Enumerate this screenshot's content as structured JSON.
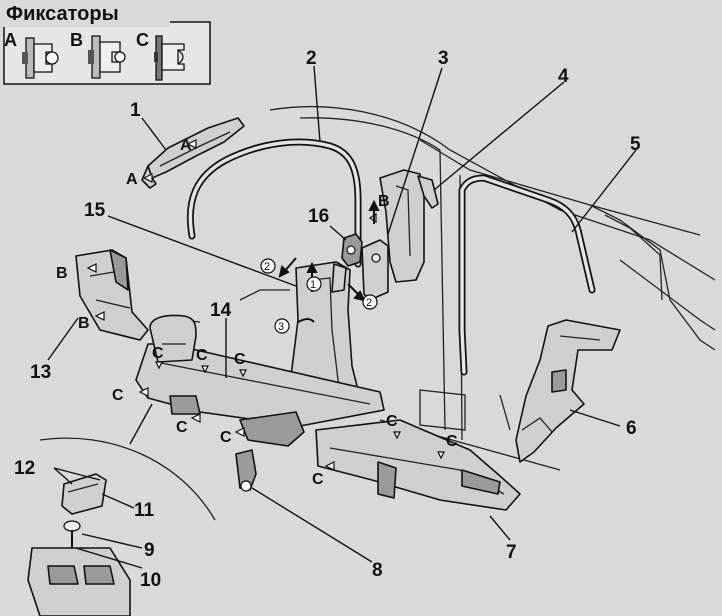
{
  "legend": {
    "title": "Фиксаторы",
    "types": [
      {
        "letter": "A",
        "icon": "clip-a-icon"
      },
      {
        "letter": "B",
        "icon": "clip-b-icon"
      },
      {
        "letter": "C",
        "icon": "clip-c-icon"
      }
    ]
  },
  "callouts": [
    "1",
    "2",
    "3",
    "4",
    "5",
    "6",
    "7",
    "8",
    "9",
    "10",
    "11",
    "12",
    "13",
    "14",
    "15",
    "16"
  ],
  "step_marks": [
    "1",
    "2",
    "3"
  ],
  "clip_letters": {
    "a": "A",
    "b": "B",
    "c": "C"
  },
  "colors": {
    "background": "#d9d9d9",
    "ink": "#111111",
    "part_fill": "#cfcfcf"
  }
}
